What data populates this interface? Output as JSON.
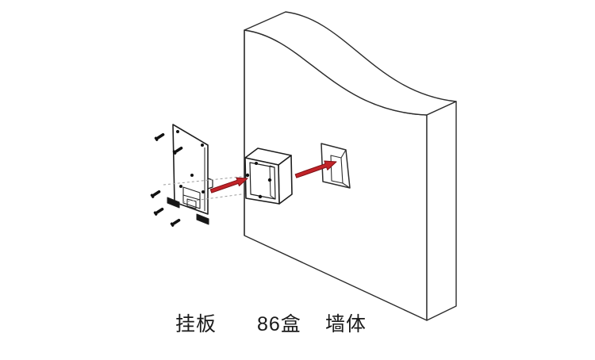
{
  "diagram": {
    "type": "installation-exploded-view",
    "labels": {
      "plate": "挂板",
      "box": "86盒",
      "wall": "墙体"
    },
    "colors": {
      "arrow_fill": "#c22328",
      "arrow_outline": "#7e1217",
      "line": "#2d2d2d",
      "dashed_line": "#9b9b9b",
      "background": "#ffffff",
      "label_text": "#1a1a1a"
    },
    "icons": [
      {
        "name": "insert-arrow-plate-to-box-icon",
        "shape": "red right arrow"
      },
      {
        "name": "insert-arrow-box-to-wall-icon",
        "shape": "red right arrow"
      },
      {
        "name": "screw-icon",
        "shape": "black slanted screw",
        "count": 5
      }
    ]
  }
}
